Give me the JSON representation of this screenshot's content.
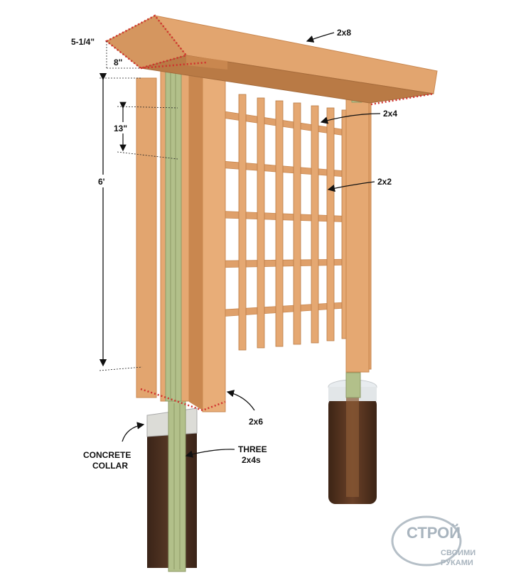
{
  "labels": {
    "top_beam": "2x8",
    "overhang_height": "5-1/4\"",
    "overhang_depth": "8\"",
    "rail_spacing": "13\"",
    "height": "6'",
    "rail": "2x4",
    "lattice": "2x2",
    "post_board": "2x6",
    "collar_line1": "CONCRETE",
    "collar_line2": "COLLAR",
    "core_line1": "THREE",
    "core_line2": "2x4s"
  },
  "watermark": {
    "brand": "СТРОЙ",
    "line2": "СВОИМИ",
    "line3": "РУКАМИ"
  },
  "colors": {
    "wood": "#e5a872",
    "wood_dark": "#c9874f",
    "wood_shade": "#b97a45",
    "core": "#b5c28a",
    "soil": "#4a2e1e",
    "concrete": "#d8d8d4",
    "accent_dotted": "#d0312d"
  }
}
